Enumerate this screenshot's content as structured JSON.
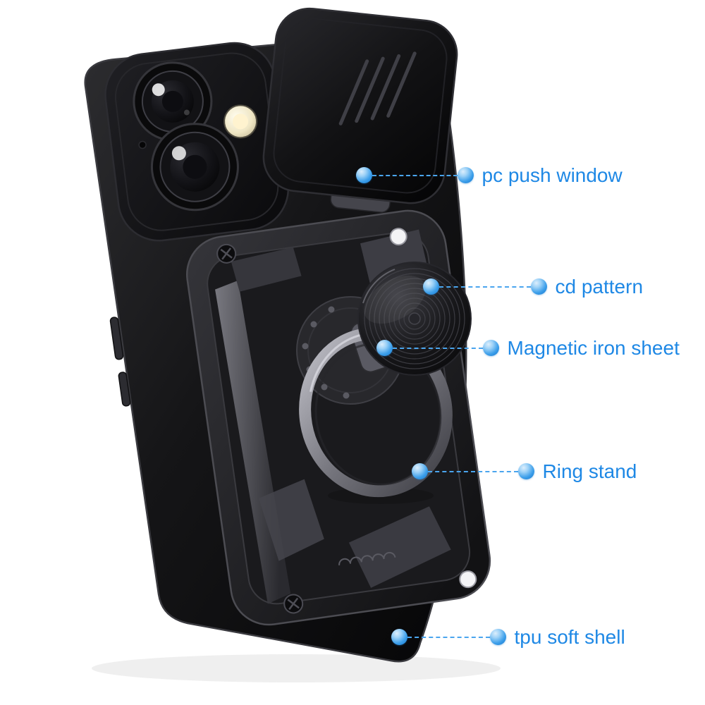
{
  "background_color": "#ffffff",
  "accent": {
    "label_color": "#1e88e5",
    "line_color": "#4aa5ee",
    "dot_color": "#2b95e8"
  },
  "product": {
    "name": "armor phone case with slide camera cover and ring stand",
    "case_color": "#0d0d0f"
  },
  "callouts": [
    {
      "id": "pc-push-window",
      "label": "pc push window"
    },
    {
      "id": "cd-pattern",
      "label": "cd pattern"
    },
    {
      "id": "magnetic-iron-sheet",
      "label": "Magnetic iron sheet"
    },
    {
      "id": "ring-stand",
      "label": "Ring stand"
    },
    {
      "id": "tpu-soft-shell",
      "label": "tpu soft shell"
    }
  ]
}
